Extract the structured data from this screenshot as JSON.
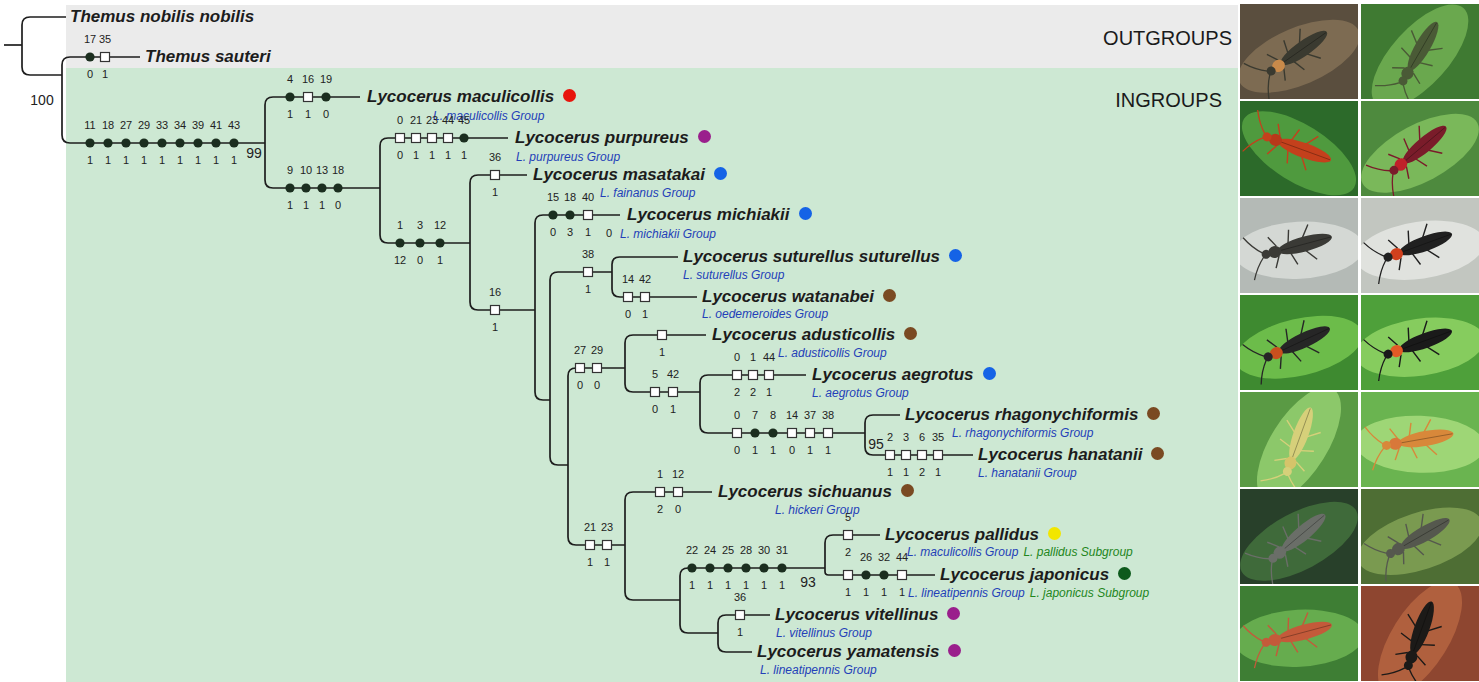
{
  "diagram": {
    "nodes": [
      {
        "text": [
          "OUTGROUPS"
        ]
      },
      {
        "text": [
          "Themus nobilis nobilis"
        ],
        "in": 0
      },
      {
        "text": [
          "Themus sauteri"
        ],
        "in": 0
      },
      {
        "text": [
          "INGROUPS"
        ]
      },
      {
        "text": [
          "Lycocerus maculicollis",
          "L. maculicollis Group"
        ],
        "in": 3
      },
      {
        "text": [
          "Lycocerus purpureus",
          "L. purpureus Group"
        ],
        "in": 3
      },
      {
        "text": [
          "Lycocerus masatakai",
          "L. fainanus Group"
        ],
        "in": 3
      },
      {
        "text": [
          "Lycocerus michiakii",
          "L. michiakii Group"
        ],
        "in": 3
      },
      {
        "text": [
          "Lycocerus suturellus suturellus",
          "L. suturellus Group"
        ],
        "in": 3
      },
      {
        "text": [
          "Lycocerus watanabei",
          "L. oedemeroides Group"
        ],
        "in": 3
      },
      {
        "text": [
          "Lycocerus adusticollis",
          "L. adusticollis Group"
        ],
        "in": 3
      },
      {
        "text": [
          "Lycocerus aegrotus",
          "L. aegrotus Group"
        ],
        "in": 3
      },
      {
        "text": [
          "Lycocerus rhagonychiformis",
          "L. rhagonychiformis Group"
        ],
        "in": 3
      },
      {
        "text": [
          "Lycocerus hanatanii",
          "L. hanatanii Group"
        ],
        "in": 3
      },
      {
        "text": [
          "Lycocerus sichuanus",
          "L. hickeri Group"
        ],
        "in": 3
      },
      {
        "text": [
          "Lycocerus pallidus",
          "L. maculicollis Group",
          "L. pallidus Subgroup"
        ],
        "in": 3
      },
      {
        "text": [
          "Lycocerus japonicus",
          "L. lineatipennis Group",
          "L. japonicus Subgroup"
        ],
        "in": 3
      },
      {
        "text": [
          "Lycocerus vitellinus",
          "L. vitellinus Group"
        ],
        "in": 3
      },
      {
        "text": [
          "Lycocerus yamatensis",
          "L. lineatipennis Group"
        ],
        "in": 3
      }
    ],
    "labels": [
      "17",
      "35",
      "0",
      "1",
      "11",
      "18",
      "27",
      "29",
      "33",
      "34",
      "39",
      "41",
      "43",
      "1",
      "1",
      "1",
      "1",
      "1",
      "1",
      "1",
      "1",
      "1",
      "4",
      "16",
      "19",
      "1",
      "1",
      "0",
      "9",
      "10",
      "13",
      "18",
      "1",
      "1",
      "1",
      "0",
      "0",
      "21",
      "23",
      "44",
      "45",
      "0",
      "1",
      "1",
      "1",
      "1",
      "1",
      "3",
      "12",
      "12",
      "0",
      "1",
      "36",
      "1",
      "16",
      "1",
      "15",
      "18",
      "40",
      "0",
      "3",
      "1",
      "38",
      "1",
      "14",
      "42",
      "0",
      "1",
      "27",
      "29",
      "0",
      "0",
      "1",
      "5",
      "42",
      "0",
      "1",
      "0",
      "1",
      "44",
      "2",
      "2",
      "1",
      "0",
      "7",
      "8",
      "14",
      "37",
      "38",
      "0",
      "1",
      "1",
      "0",
      "1",
      "1",
      "2",
      "3",
      "6",
      "35",
      "1",
      "1",
      "2",
      "1",
      "21",
      "23",
      "1",
      "1",
      "1",
      "12",
      "2",
      "0",
      "22",
      "24",
      "25",
      "28",
      "30",
      "31",
      "1",
      "1",
      "1",
      "1",
      "1",
      "1",
      "5",
      "2",
      "26",
      "32",
      "44",
      "1",
      "1",
      "1",
      "1",
      "36",
      "1",
      "100",
      "99",
      "95",
      "93",
      "0"
    ]
  }
}
